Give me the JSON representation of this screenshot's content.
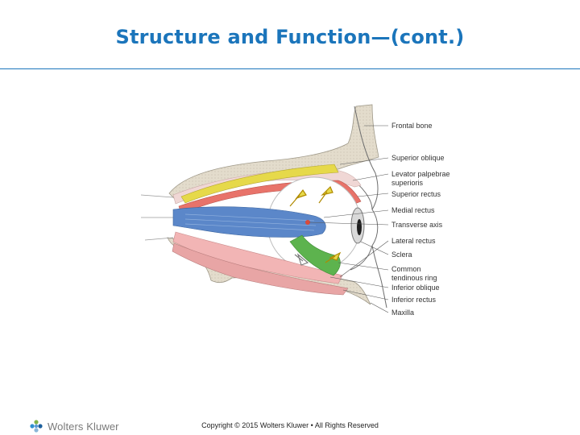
{
  "slide": {
    "title": "Structure and Function—(cont.)"
  },
  "diagram": {
    "labels": [
      "Frontal bone",
      "Superior oblique",
      "Levator palpebrae",
      "superioris",
      "Superior rectus",
      "Medial rectus",
      "Transverse axis",
      "Lateral rectus",
      "Sclera",
      "Common",
      "tendinous ring",
      "Inferior oblique",
      "Inferior rectus",
      "Maxilla"
    ],
    "colors": {
      "bone": "#e3dccc",
      "superior_oblique": "#e6d94a",
      "levator": "#f0d7d5",
      "superior_rectus": "#e8736a",
      "medial_rectus": "#5b87c9",
      "lateral_rectus": "#f2b5b5",
      "inferior_oblique": "#5db34e",
      "inferior_rectus": "#e8a5a5",
      "sclera": "#ffffff"
    }
  },
  "footer": {
    "logo_text": "Wolters Kluwer",
    "copyright": "Copyright © 2015 Wolters Kluwer • All Rights Reserved"
  }
}
